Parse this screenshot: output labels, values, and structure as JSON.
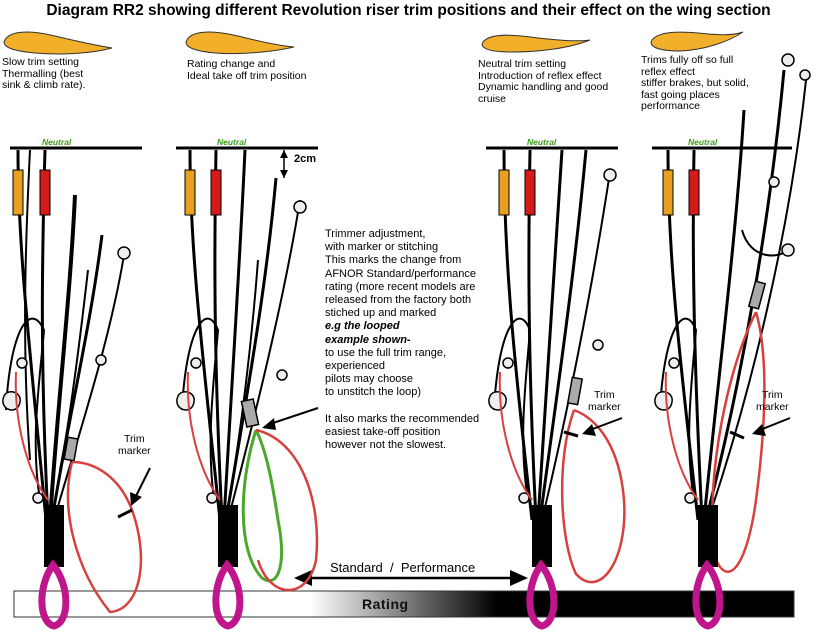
{
  "title": "Diagram RR2 showing different Revolution riser trim positions and their effect on the wing section",
  "captions": [
    {
      "lines": [
        "Slow trim setting",
        "Thermalling (best",
        "sink & climb rate)."
      ]
    },
    {
      "lines": [
        "Rating change and",
        "Ideal take off trim position"
      ]
    },
    {
      "lines": [
        "Neutral trim setting",
        "Introduction of reflex effect",
        "Dynamic handling and good",
        "cruise"
      ]
    },
    {
      "lines": [
        "Trims fully off so full",
        "reflex effect",
        "stiffer brakes, but solid,",
        "fast going places",
        "performance"
      ]
    }
  ],
  "neutral_label": "Neutral",
  "dimension_label": "2cm",
  "note": {
    "lines_a": [
      "Trimmer adjustment,",
      "with marker or stitching",
      "This marks the change from",
      "AFNOR Standard/performance",
      "rating (more recent models are",
      "released from the factory both",
      "stiched up and marked"
    ],
    "lines_b": [
      "e.g the looped",
      "example shown-"
    ],
    "lines_c": [
      "to use the full trim range,",
      "experienced",
      "pilots may choose",
      "to unstitch the loop)"
    ],
    "lines_d": [
      "It also marks the recommended",
      "easiest take-off position",
      "however not the slowest."
    ]
  },
  "trim_marker": [
    "Trim",
    "marker"
  ],
  "standard_performance": "Standard  /  Performance",
  "rating_label": "Rating",
  "colors": {
    "wing": "#f2b02a",
    "a_riser": "#e8a020",
    "b_riser": "#d51a1a",
    "trim_line": "#d84040",
    "loop": "#4aa82a",
    "carabiner": "#c0168c",
    "neutral_text": "#3a9a1a"
  }
}
